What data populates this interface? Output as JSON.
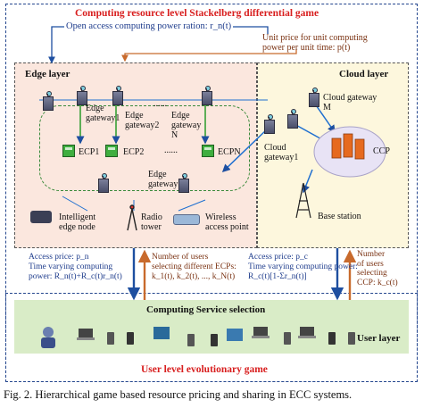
{
  "title": "Computing resource level Stackelberg differential game",
  "bottom_title": "User level evolutionary game",
  "open_access_label": "Open access computing power ration: r_n(t)",
  "unit_price_label_1": "Unit price for unit computing",
  "unit_price_label_2": "power per unit time: p(t)",
  "edge_layer": {
    "label": "Edge layer",
    "gateways": [
      "Edge gateway1",
      "Edge gateway2",
      "Edge gateway N",
      "Edge gateway"
    ],
    "ecps": [
      "ECP1",
      "ECP2",
      "ECPN"
    ],
    "ecp_dots": "......",
    "gateway_dots": "......",
    "devices": [
      "Intelligent edge node",
      "Radio tower",
      "Wireless access point"
    ]
  },
  "cloud_layer": {
    "label": "Cloud layer",
    "gateways": [
      "Cloud gateway M",
      "Cloud gateway1"
    ],
    "ccp": "CCP",
    "base_station": "Base station"
  },
  "left_info": {
    "price": "Access price: p_n",
    "tv1": "Time varying computing",
    "tv2": "power: R_n(t)+R_c(t)r_n(t)"
  },
  "mid_info": {
    "l1": "Number of users",
    "l2": "selecting different ECPs:",
    "l3": "k_1(t), k_2(t), ..., k_N(t)"
  },
  "right_info": {
    "price": "Access price: p_c",
    "tv1": "Time varying computing power:",
    "tv2": "R_c(t)[1-Σr_n(t)]"
  },
  "far_right_info": {
    "l1": "Number",
    "l2": "of users",
    "l3": "selecting",
    "l4": "CCP: k_c(t)"
  },
  "user_layer": {
    "service_label": "Computing Service selection",
    "label": "User layer"
  },
  "caption": "Fig. 2.  Hierarchical game based resource pricing and sharing in ECC systems.",
  "colors": {
    "title_red": "#d81e1e",
    "frame_blue": "#24468e",
    "edge_bg": "#fbe7de",
    "cloud_bg": "#fdf7dd",
    "user_bg": "#d9ecc7",
    "ecp_green": "#3fae3f",
    "arrow_blue": "#1e4fa0",
    "arrow_brown": "#c86a2c"
  }
}
